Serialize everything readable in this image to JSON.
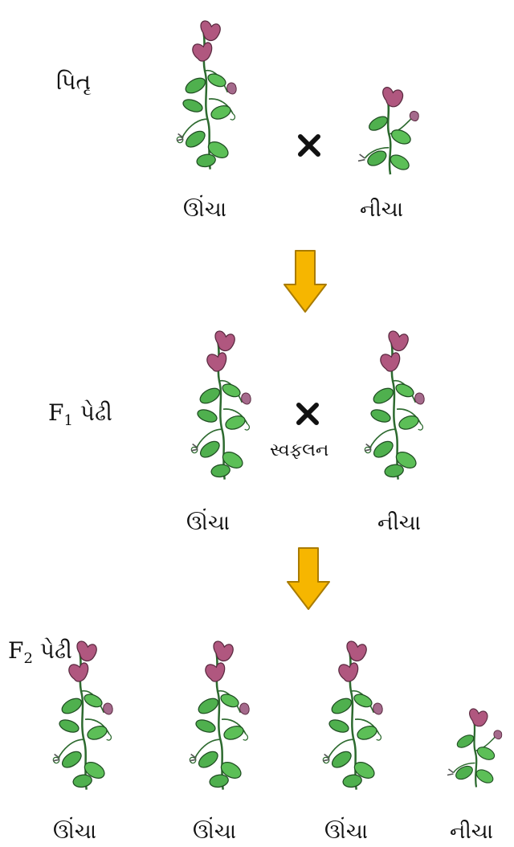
{
  "parent_row": {
    "generation_label": "પિતૃ",
    "left_label": "ઊંચા",
    "right_label": "નીચા"
  },
  "f1_row": {
    "gen_prefix": "F",
    "gen_subscript": "1",
    "gen_word": "પેઢી",
    "cross_note": "સ્વફલન",
    "left_label": "ઊંચા",
    "right_label": "નીચા"
  },
  "f2_row": {
    "gen_prefix": "F",
    "gen_subscript": "2",
    "gen_word": "પેઢી",
    "labels": [
      "ઊંચા",
      "ઊંચા",
      "ઊંચા",
      "નીચા"
    ]
  },
  "colors": {
    "arrow_fill": "#f6b600",
    "arrow_stroke": "#a97b00",
    "flower": "#b0577f",
    "leaf": "#4fb04e",
    "stem": "#2d6a2f"
  },
  "icons": {
    "cross": "cross-icon",
    "arrow": "down-arrow-icon",
    "tall_plant": "tall-plant-icon",
    "short_plant": "short-plant-icon"
  }
}
